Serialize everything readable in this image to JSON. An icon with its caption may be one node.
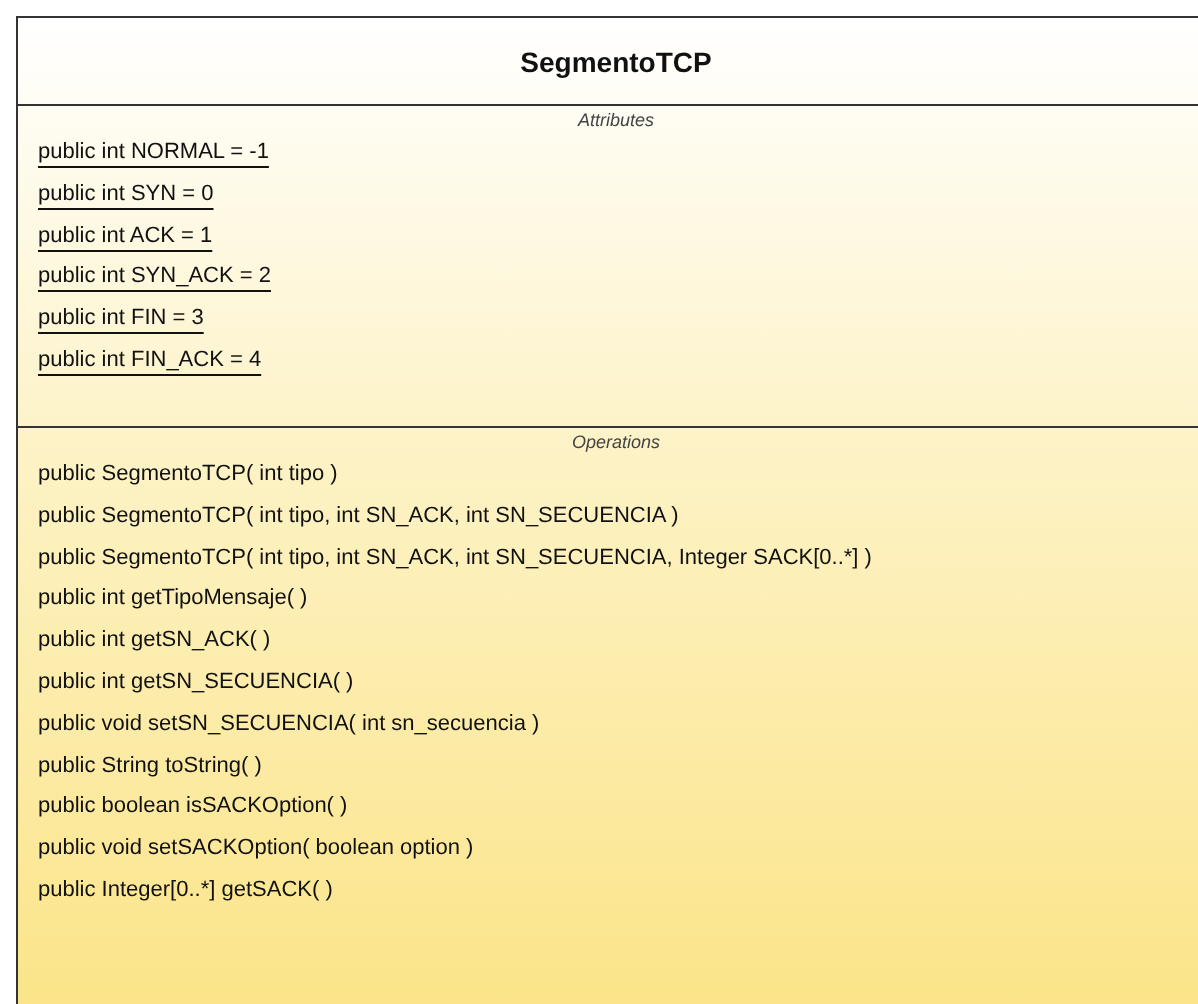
{
  "diagram": {
    "nodes": [
      {
        "text": [
          "SegmentoTCP"
        ]
      },
      {
        "text": [
          "Attributes",
          "public int NORMAL = -1",
          "public int SYN = 0",
          "public int ACK = 1",
          "public int SYN_ACK = 2",
          "public int FIN = 3",
          "public int FIN_ACK = 4"
        ],
        "in": 0
      },
      {
        "text": [
          "Operations",
          "public SegmentoTCP( int tipo )",
          "public SegmentoTCP( int tipo, int SN_ACK, int SN_SECUENCIA )",
          "public SegmentoTCP( int tipo, int SN_ACK, int SN_SECUENCIA, Integer SACK[0..*] )",
          "public int getTipoMensaje( )",
          "public int getSN_ACK( )",
          "public int getSN_SECUENCIA( )",
          "public void setSN_SECUENCIA( int sn_secuencia )",
          "public String toString( )",
          "public boolean isSACKOption( )",
          "public void setSACKOption( boolean option )",
          "public Integer[0..*] getSACK( )"
        ],
        "in": 0
      }
    ]
  }
}
